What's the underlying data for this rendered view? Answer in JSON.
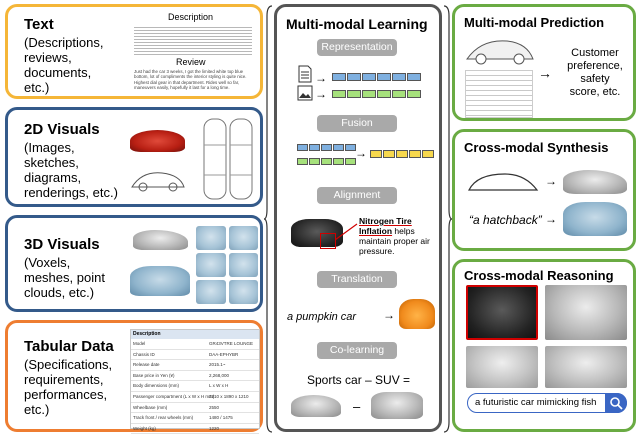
{
  "colors": {
    "text_box": "#f5b638",
    "visuals2d_box": "#345a8a",
    "visuals3d_box": "#345a8a",
    "tabular_box": "#ee7d31",
    "center_box": "#555555",
    "right_box": "#6aab43",
    "pill": "#a9a9a9",
    "token_blue": "#7fb0e0",
    "token_green": "#a6e17c",
    "token_yellow": "#f7d84d",
    "highlight_red": "#d00000",
    "search_border": "#3a66c4"
  },
  "left": {
    "text": {
      "title": "Text",
      "body": "(Descriptions,\nreviews,\ndocuments,\netc.)",
      "description_heading": "Description",
      "review_heading": "Review",
      "review_text": "Just had the car 3 weeks, I got the limited white top blue bottom, lot of compliments the interior styling is quite nice. Highest dial gear in that department. Rides well so far, maneuvers easily, hopefully it last for a long time."
    },
    "visuals2d": {
      "title": "2D Visuals",
      "body": "(Images,\nsketches,\ndiagrams,\nrenderings, etc.)"
    },
    "visuals3d": {
      "title": "3D Visuals",
      "body": "(Voxels,\nmeshes, point\nclouds, etc.)"
    },
    "tabular": {
      "title": "Tabular Data",
      "body": "(Specifications,\nrequirements,\nperformances,\netc.)",
      "table_header": "Description",
      "rows": [
        [
          "Model",
          "GR43VTRE LOUNGE"
        ],
        [
          "Chassis ID",
          "DAA-EPHYBR"
        ],
        [
          "Release date",
          "2015.1~"
        ],
        [
          "Base price in Yen (¥)",
          "2,268,000"
        ],
        [
          "Body dimensions (mm)",
          "L x W x H"
        ],
        [
          "Passenger compartment (L x W x H mm)",
          "3210 x 1890 x 1210"
        ],
        [
          "Wheelbase (mm)",
          "2550"
        ],
        [
          "Track front / rear wheels (mm)",
          "1480 / 1475"
        ],
        [
          "Weight (kg)",
          "1220"
        ]
      ]
    }
  },
  "center": {
    "title": "Multi-modal Learning",
    "steps": [
      "Representation",
      "Fusion",
      "Alignment",
      "Translation",
      "Co-learning"
    ],
    "alignment_text_bold": "Nitrogen Tire Inflation",
    "alignment_text_rest": " helps maintain proper air pressure.",
    "translation_text": "a pumpkin car",
    "colearning_text": "Sports car – SUV =",
    "colearning_minus": "–"
  },
  "right": {
    "prediction": {
      "title": "Multi-modal Prediction",
      "output": "Customer\npreference,\nsafety\nscore, etc."
    },
    "synthesis": {
      "title": "Cross-modal Synthesis",
      "quote": "“a hatchback”"
    },
    "reasoning": {
      "title": "Cross-modal Reasoning",
      "search_value": "a futuristic car mimicking fish"
    }
  }
}
